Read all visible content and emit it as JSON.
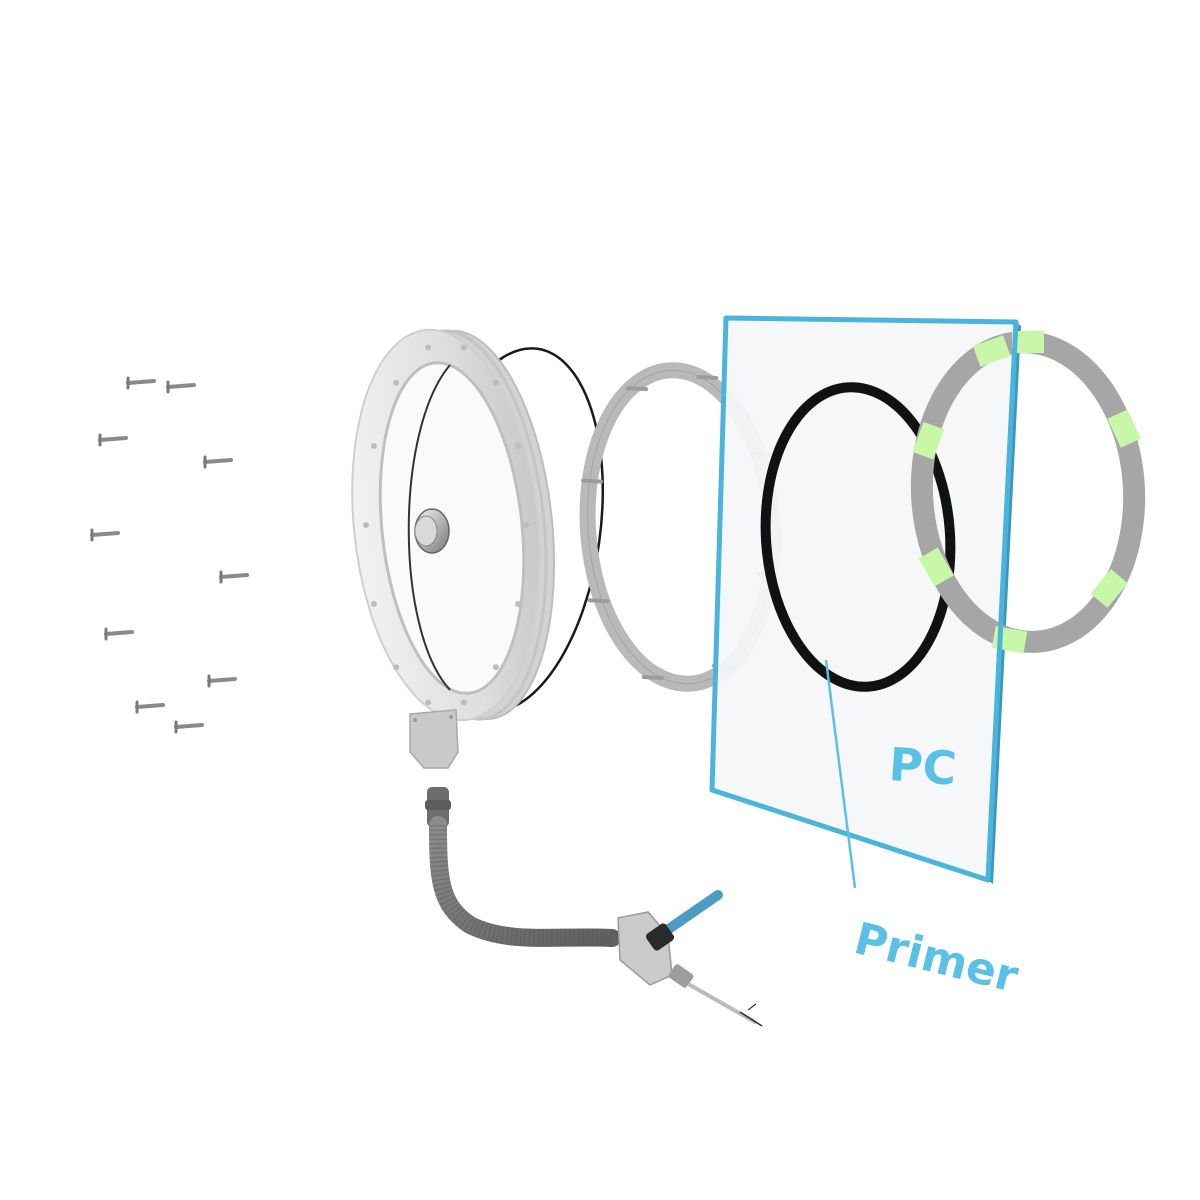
{
  "diagram": {
    "type": "exploded-assembly-view",
    "background_color": "#ffffff",
    "components": [
      {
        "id": "screws",
        "name": "Mounting screws",
        "count": 10,
        "color": "#8a8a8a"
      },
      {
        "id": "housing",
        "name": "Circular housing with center hub",
        "color": "#e4e4e4"
      },
      {
        "id": "o-ring",
        "name": "O-ring seal",
        "color": "#1a1a1a"
      },
      {
        "id": "clamp-ring",
        "name": "Clamp ring with pins",
        "pin_count": 8,
        "color": "#b9b9b9"
      },
      {
        "id": "pc-panel",
        "name": "PC panel",
        "color": "#4bb4dc"
      },
      {
        "id": "primer-ring",
        "name": "Primer ring",
        "color": "#111111"
      },
      {
        "id": "adhesive-ring",
        "name": "Ring with adhesive pads",
        "pad_count": 7,
        "ring_color": "#a6a6a6",
        "pad_color": "#c8f7a8"
      },
      {
        "id": "cable",
        "name": "Flexible conduit cable with connector",
        "color": "#6e6e6e",
        "tube_color": "#4f9bc4"
      }
    ],
    "labels": {
      "pc": "PC",
      "primer": "Primer"
    },
    "label_color": "#5bc0e6"
  }
}
